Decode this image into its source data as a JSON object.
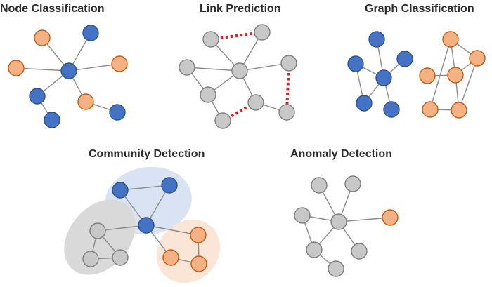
{
  "colors": {
    "blue_fill": "#4472c4",
    "blue_stroke": "#2f528f",
    "orange_fill": "#f4b183",
    "orange_stroke": "#c55a11",
    "gray_fill": "#c8c8c8",
    "gray_stroke": "#7f7f7f",
    "predicted_link": "#e0201d",
    "blue_community": "#dae3f3",
    "gray_community": "#d9d9d9",
    "orange_community": "#fbe5d6"
  },
  "panels": [
    {
      "id": "node-classification",
      "title": "Node Classification"
    },
    {
      "id": "link-prediction",
      "title": "Link Prediction"
    },
    {
      "id": "graph-classification",
      "title": "Graph Classification"
    },
    {
      "id": "community-detection",
      "title": "Community Detection"
    },
    {
      "id": "anomaly-detection",
      "title": "Anomaly Detection"
    }
  ]
}
